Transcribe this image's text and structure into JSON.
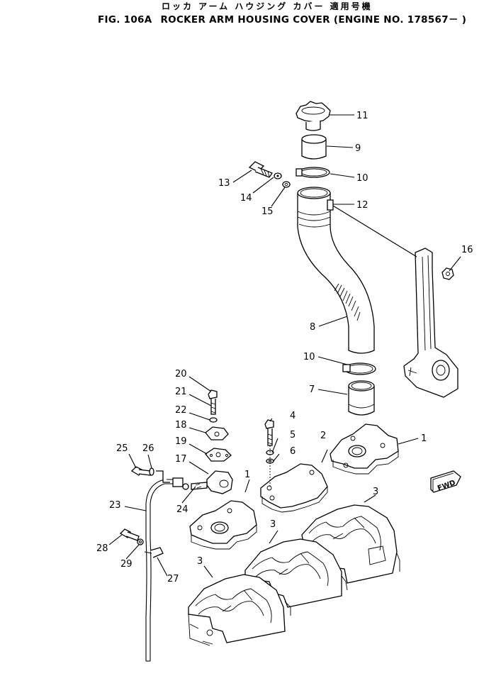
{
  "header": {
    "japanese_title": "ロッカ アーム ハウジング カバー  適用号機",
    "figure_no": "FIG. 106A",
    "title": "ROCKER ARM HOUSING COVER (ENGINE NO. 178567－ )"
  },
  "fwd_marker": "FWD",
  "callouts": [
    {
      "id": "c1a",
      "text": "1"
    },
    {
      "id": "c1b",
      "text": "1"
    },
    {
      "id": "c2",
      "text": "2"
    },
    {
      "id": "c3a",
      "text": "3"
    },
    {
      "id": "c3b",
      "text": "3"
    },
    {
      "id": "c3c",
      "text": "3"
    },
    {
      "id": "c4",
      "text": "4"
    },
    {
      "id": "c5",
      "text": "5"
    },
    {
      "id": "c6",
      "text": "6"
    },
    {
      "id": "c7",
      "text": "7"
    },
    {
      "id": "c8",
      "text": "8"
    },
    {
      "id": "c9",
      "text": "9"
    },
    {
      "id": "c10a",
      "text": "10"
    },
    {
      "id": "c10b",
      "text": "10"
    },
    {
      "id": "c11",
      "text": "11"
    },
    {
      "id": "c12",
      "text": "12"
    },
    {
      "id": "c13",
      "text": "13"
    },
    {
      "id": "c14",
      "text": "14"
    },
    {
      "id": "c15",
      "text": "15"
    },
    {
      "id": "c16",
      "text": "16"
    },
    {
      "id": "c17",
      "text": "17"
    },
    {
      "id": "c18",
      "text": "18"
    },
    {
      "id": "c19",
      "text": "19"
    },
    {
      "id": "c20",
      "text": "20"
    },
    {
      "id": "c21",
      "text": "21"
    },
    {
      "id": "c22",
      "text": "22"
    },
    {
      "id": "c23",
      "text": "23"
    },
    {
      "id": "c24",
      "text": "24"
    },
    {
      "id": "c25",
      "text": "25"
    },
    {
      "id": "c26",
      "text": "26"
    },
    {
      "id": "c27",
      "text": "27"
    },
    {
      "id": "c28",
      "text": "28"
    },
    {
      "id": "c29",
      "text": "29"
    }
  ]
}
